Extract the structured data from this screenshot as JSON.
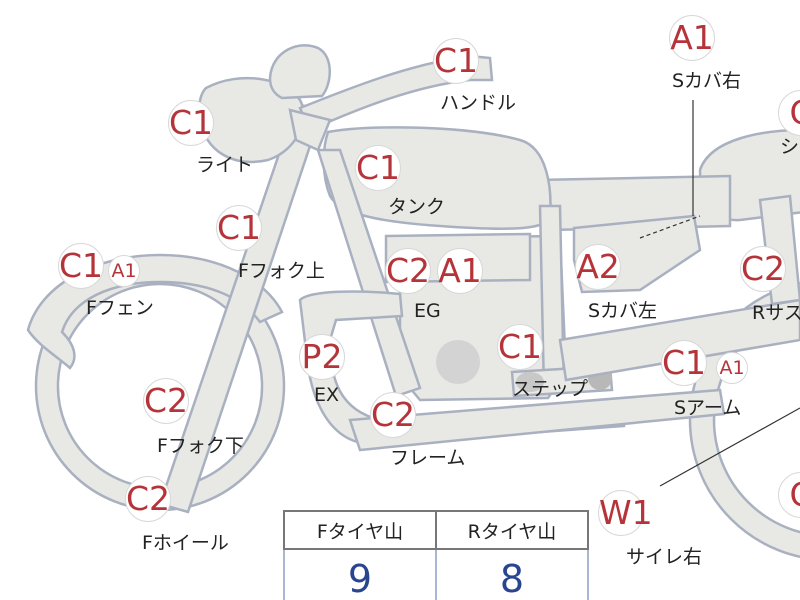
{
  "parts": [
    {
      "name": "handle",
      "label": "ハンドル",
      "codes": [
        "C1"
      ]
    },
    {
      "name": "s-cover-right",
      "label": "Sカバ右",
      "codes": [
        "A1"
      ]
    },
    {
      "name": "light",
      "label": "ライト",
      "codes": [
        "C1"
      ]
    },
    {
      "name": "tank",
      "label": "タンク",
      "codes": [
        "C1"
      ]
    },
    {
      "name": "seat",
      "label": "シ",
      "codes": [
        "C"
      ]
    },
    {
      "name": "f-fork-upper",
      "label": "Fフォク上",
      "codes": [
        "C1"
      ]
    },
    {
      "name": "f-fender",
      "label": "Fフェン",
      "codes": [
        "C1",
        "A1"
      ]
    },
    {
      "name": "engine",
      "label": "EG",
      "codes": [
        "C2",
        "A1"
      ]
    },
    {
      "name": "s-cover-left",
      "label": "Sカバ左",
      "codes": [
        "A2"
      ]
    },
    {
      "name": "r-suspension",
      "label": "Rサス",
      "codes": [
        "C2"
      ]
    },
    {
      "name": "exhaust",
      "label": "EX",
      "codes": [
        "P2"
      ]
    },
    {
      "name": "step",
      "label": "ステップ",
      "codes": [
        "C1"
      ]
    },
    {
      "name": "swing-arm",
      "label": "Sアーム",
      "codes": [
        "C1",
        "A1"
      ]
    },
    {
      "name": "f-fork-lower",
      "label": "Fフォク下",
      "codes": [
        "C2"
      ]
    },
    {
      "name": "frame",
      "label": "フレーム",
      "codes": [
        "C2"
      ]
    },
    {
      "name": "f-wheel",
      "label": "Fホイール",
      "codes": [
        "C2"
      ]
    },
    {
      "name": "silencer-right",
      "label": "サイレ右",
      "codes": [
        "W1"
      ]
    },
    {
      "name": "r-wheel",
      "label": "",
      "codes": [
        "C"
      ]
    }
  ],
  "tread_table": {
    "headers": [
      "Fタイヤ山",
      "Rタイヤ山"
    ],
    "values": [
      "9",
      "8"
    ]
  },
  "colors": {
    "badge_text": "#b5343a",
    "part_fill": "#e8e8e5",
    "part_outline": "#a9b1c0",
    "table_value": "#2a4590"
  }
}
